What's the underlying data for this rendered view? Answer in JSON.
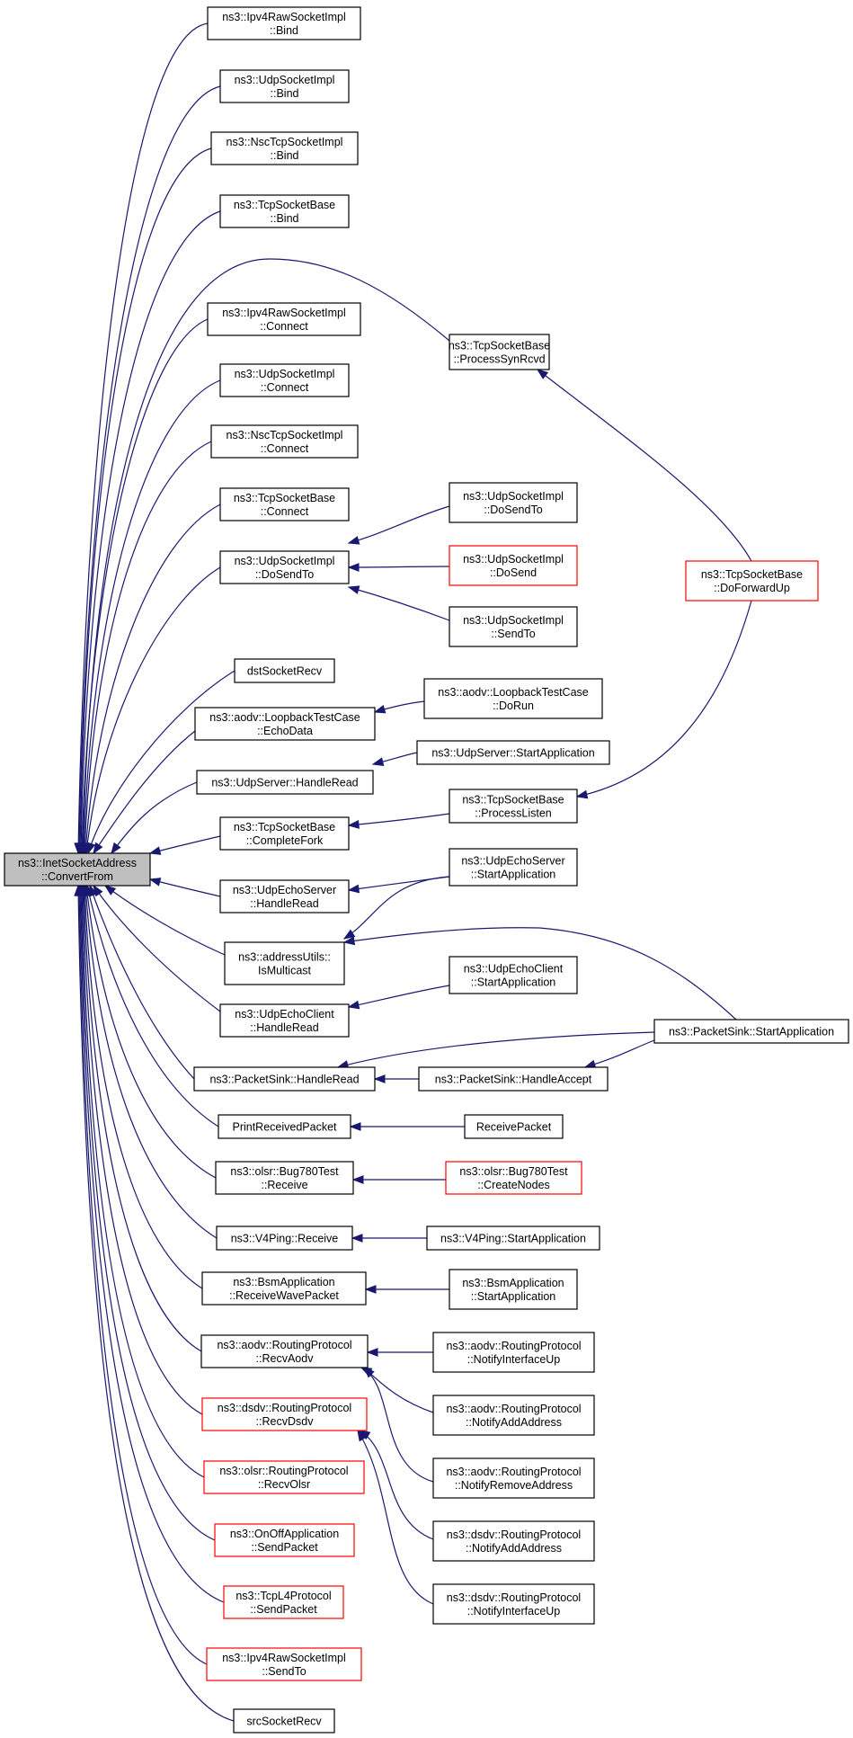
{
  "diagram": {
    "type": "call-graph",
    "colors": {
      "edge": "#191970",
      "node_border": "#000000",
      "node_border_truncated": "#ff0000",
      "root_fill": "#bfbfbf",
      "node_fill": "#ffffff"
    },
    "nodes": [
      {
        "id": "root",
        "lines": [
          "ns3::InetSocketAddress",
          "::ConvertFrom"
        ],
        "style": "root"
      },
      {
        "id": "n1",
        "lines": [
          "ns3::Ipv4RawSocketImpl",
          "::Bind"
        ],
        "style": "normal"
      },
      {
        "id": "n2",
        "lines": [
          "ns3::UdpSocketImpl",
          "::Bind"
        ],
        "style": "normal"
      },
      {
        "id": "n3",
        "lines": [
          "ns3::NscTcpSocketImpl",
          "::Bind"
        ],
        "style": "normal"
      },
      {
        "id": "n4",
        "lines": [
          "ns3::TcpSocketBase",
          "::Bind"
        ],
        "style": "normal"
      },
      {
        "id": "n5",
        "lines": [
          "ns3::Ipv4RawSocketImpl",
          "::Connect"
        ],
        "style": "normal"
      },
      {
        "id": "n6",
        "lines": [
          "ns3::UdpSocketImpl",
          "::Connect"
        ],
        "style": "normal"
      },
      {
        "id": "n7",
        "lines": [
          "ns3::NscTcpSocketImpl",
          "::Connect"
        ],
        "style": "normal"
      },
      {
        "id": "n8",
        "lines": [
          "ns3::TcpSocketBase",
          "::Connect"
        ],
        "style": "normal"
      },
      {
        "id": "n9",
        "lines": [
          "ns3::UdpSocketImpl",
          "::DoSendTo"
        ],
        "style": "normal"
      },
      {
        "id": "n10",
        "lines": [
          "dstSocketRecv"
        ],
        "style": "normal"
      },
      {
        "id": "n11",
        "lines": [
          "ns3::aodv::LoopbackTestCase",
          "::EchoData"
        ],
        "style": "normal"
      },
      {
        "id": "n12",
        "lines": [
          "ns3::UdpServer::HandleRead"
        ],
        "style": "normal"
      },
      {
        "id": "n13",
        "lines": [
          "ns3::TcpSocketBase",
          "::CompleteFork"
        ],
        "style": "normal"
      },
      {
        "id": "n14",
        "lines": [
          "ns3::UdpEchoServer",
          "::HandleRead"
        ],
        "style": "normal"
      },
      {
        "id": "n15",
        "lines": [
          "ns3::addressUtils::",
          "IsMulticast"
        ],
        "style": "normal"
      },
      {
        "id": "n16",
        "lines": [
          "ns3::UdpEchoClient",
          "::HandleRead"
        ],
        "style": "normal"
      },
      {
        "id": "n17",
        "lines": [
          "ns3::PacketSink::HandleRead"
        ],
        "style": "normal"
      },
      {
        "id": "n18",
        "lines": [
          "PrintReceivedPacket"
        ],
        "style": "normal"
      },
      {
        "id": "n19",
        "lines": [
          "ns3::olsr::Bug780Test",
          "::Receive"
        ],
        "style": "normal"
      },
      {
        "id": "n20",
        "lines": [
          "ns3::V4Ping::Receive"
        ],
        "style": "normal"
      },
      {
        "id": "n21",
        "lines": [
          "ns3::BsmApplication",
          "::ReceiveWavePacket"
        ],
        "style": "normal"
      },
      {
        "id": "n22",
        "lines": [
          "ns3::aodv::RoutingProtocol",
          "::RecvAodv"
        ],
        "style": "normal"
      },
      {
        "id": "n23",
        "lines": [
          "ns3::dsdv::RoutingProtocol",
          "::RecvDsdv"
        ],
        "style": "truncated"
      },
      {
        "id": "n24",
        "lines": [
          "ns3::olsr::RoutingProtocol",
          "::RecvOlsr"
        ],
        "style": "truncated"
      },
      {
        "id": "n25",
        "lines": [
          "ns3::OnOffApplication",
          "::SendPacket"
        ],
        "style": "truncated"
      },
      {
        "id": "n26",
        "lines": [
          "ns3::TcpL4Protocol",
          "::SendPacket"
        ],
        "style": "truncated"
      },
      {
        "id": "n27",
        "lines": [
          "ns3::Ipv4RawSocketImpl",
          "::SendTo"
        ],
        "style": "truncated"
      },
      {
        "id": "n28",
        "lines": [
          "srcSocketRecv"
        ],
        "style": "normal"
      },
      {
        "id": "c1",
        "lines": [
          "ns3::TcpSocketBase",
          "::ProcessSynRcvd"
        ],
        "style": "normal"
      },
      {
        "id": "c2",
        "lines": [
          "ns3::UdpSocketImpl",
          "::DoSendTo"
        ],
        "style": "normal"
      },
      {
        "id": "c3",
        "lines": [
          "ns3::UdpSocketImpl",
          "::DoSend"
        ],
        "style": "truncated"
      },
      {
        "id": "c4",
        "lines": [
          "ns3::UdpSocketImpl",
          "::SendTo"
        ],
        "style": "normal"
      },
      {
        "id": "c5",
        "lines": [
          "ns3::aodv::LoopbackTestCase",
          "::DoRun"
        ],
        "style": "normal"
      },
      {
        "id": "c6",
        "lines": [
          "ns3::UdpServer::StartApplication"
        ],
        "style": "normal"
      },
      {
        "id": "c7",
        "lines": [
          "ns3::TcpSocketBase",
          "::ProcessListen"
        ],
        "style": "normal"
      },
      {
        "id": "c8",
        "lines": [
          "ns3::UdpEchoServer",
          "::StartApplication"
        ],
        "style": "normal"
      },
      {
        "id": "c9",
        "lines": [
          "ns3::UdpEchoClient",
          "::StartApplication"
        ],
        "style": "normal"
      },
      {
        "id": "c10",
        "lines": [
          "ns3::PacketSink::HandleAccept"
        ],
        "style": "normal"
      },
      {
        "id": "c11",
        "lines": [
          "ReceivePacket"
        ],
        "style": "normal"
      },
      {
        "id": "c12",
        "lines": [
          "ns3::olsr::Bug780Test",
          "::CreateNodes"
        ],
        "style": "truncated"
      },
      {
        "id": "c13",
        "lines": [
          "ns3::V4Ping::StartApplication"
        ],
        "style": "normal"
      },
      {
        "id": "c14",
        "lines": [
          "ns3::BsmApplication",
          "::StartApplication"
        ],
        "style": "normal"
      },
      {
        "id": "c15",
        "lines": [
          "ns3::aodv::RoutingProtocol",
          "::NotifyInterfaceUp"
        ],
        "style": "normal"
      },
      {
        "id": "c16",
        "lines": [
          "ns3::aodv::RoutingProtocol",
          "::NotifyAddAddress"
        ],
        "style": "normal"
      },
      {
        "id": "c17",
        "lines": [
          "ns3::aodv::RoutingProtocol",
          "::NotifyRemoveAddress"
        ],
        "style": "normal"
      },
      {
        "id": "c18",
        "lines": [
          "ns3::dsdv::RoutingProtocol",
          "::NotifyAddAddress"
        ],
        "style": "normal"
      },
      {
        "id": "c19",
        "lines": [
          "ns3::dsdv::RoutingProtocol",
          "::NotifyInterfaceUp"
        ],
        "style": "normal"
      },
      {
        "id": "d1",
        "lines": [
          "ns3::TcpSocketBase",
          "::DoForwardUp"
        ],
        "style": "truncated"
      },
      {
        "id": "d2",
        "lines": [
          "ns3::PacketSink::StartApplication"
        ],
        "style": "normal"
      }
    ],
    "edges": [
      {
        "from": "n1",
        "to": "root"
      },
      {
        "from": "n2",
        "to": "root"
      },
      {
        "from": "n3",
        "to": "root"
      },
      {
        "from": "n4",
        "to": "root"
      },
      {
        "from": "c1",
        "to": "root"
      },
      {
        "from": "n5",
        "to": "root"
      },
      {
        "from": "n6",
        "to": "root"
      },
      {
        "from": "n7",
        "to": "root"
      },
      {
        "from": "n8",
        "to": "root"
      },
      {
        "from": "n9",
        "to": "root"
      },
      {
        "from": "n10",
        "to": "root"
      },
      {
        "from": "n11",
        "to": "root"
      },
      {
        "from": "n12",
        "to": "root"
      },
      {
        "from": "n13",
        "to": "root"
      },
      {
        "from": "n14",
        "to": "root"
      },
      {
        "from": "n15",
        "to": "root"
      },
      {
        "from": "n16",
        "to": "root"
      },
      {
        "from": "n17",
        "to": "root"
      },
      {
        "from": "n18",
        "to": "root"
      },
      {
        "from": "n19",
        "to": "root"
      },
      {
        "from": "n20",
        "to": "root"
      },
      {
        "from": "n21",
        "to": "root"
      },
      {
        "from": "n22",
        "to": "root"
      },
      {
        "from": "n23",
        "to": "root"
      },
      {
        "from": "n24",
        "to": "root"
      },
      {
        "from": "n25",
        "to": "root"
      },
      {
        "from": "n26",
        "to": "root"
      },
      {
        "from": "n27",
        "to": "root"
      },
      {
        "from": "n28",
        "to": "root"
      },
      {
        "from": "d1",
        "to": "c1"
      },
      {
        "from": "c2",
        "to": "n9"
      },
      {
        "from": "c3",
        "to": "n9"
      },
      {
        "from": "c4",
        "to": "n9"
      },
      {
        "from": "c5",
        "to": "n11"
      },
      {
        "from": "c6",
        "to": "n12"
      },
      {
        "from": "c7",
        "to": "n13"
      },
      {
        "from": "d1",
        "to": "c7"
      },
      {
        "from": "c8",
        "to": "n14"
      },
      {
        "from": "c8",
        "to": "n15"
      },
      {
        "from": "d2",
        "to": "n15"
      },
      {
        "from": "c9",
        "to": "n16"
      },
      {
        "from": "d2",
        "to": "n17"
      },
      {
        "from": "c10",
        "to": "n17"
      },
      {
        "from": "d2",
        "to": "c10"
      },
      {
        "from": "c11",
        "to": "n18"
      },
      {
        "from": "c12",
        "to": "n19"
      },
      {
        "from": "c13",
        "to": "n20"
      },
      {
        "from": "c14",
        "to": "n21"
      },
      {
        "from": "c15",
        "to": "n22"
      },
      {
        "from": "c16",
        "to": "n22"
      },
      {
        "from": "c17",
        "to": "n22"
      },
      {
        "from": "c18",
        "to": "n23"
      },
      {
        "from": "c19",
        "to": "n23"
      }
    ]
  }
}
